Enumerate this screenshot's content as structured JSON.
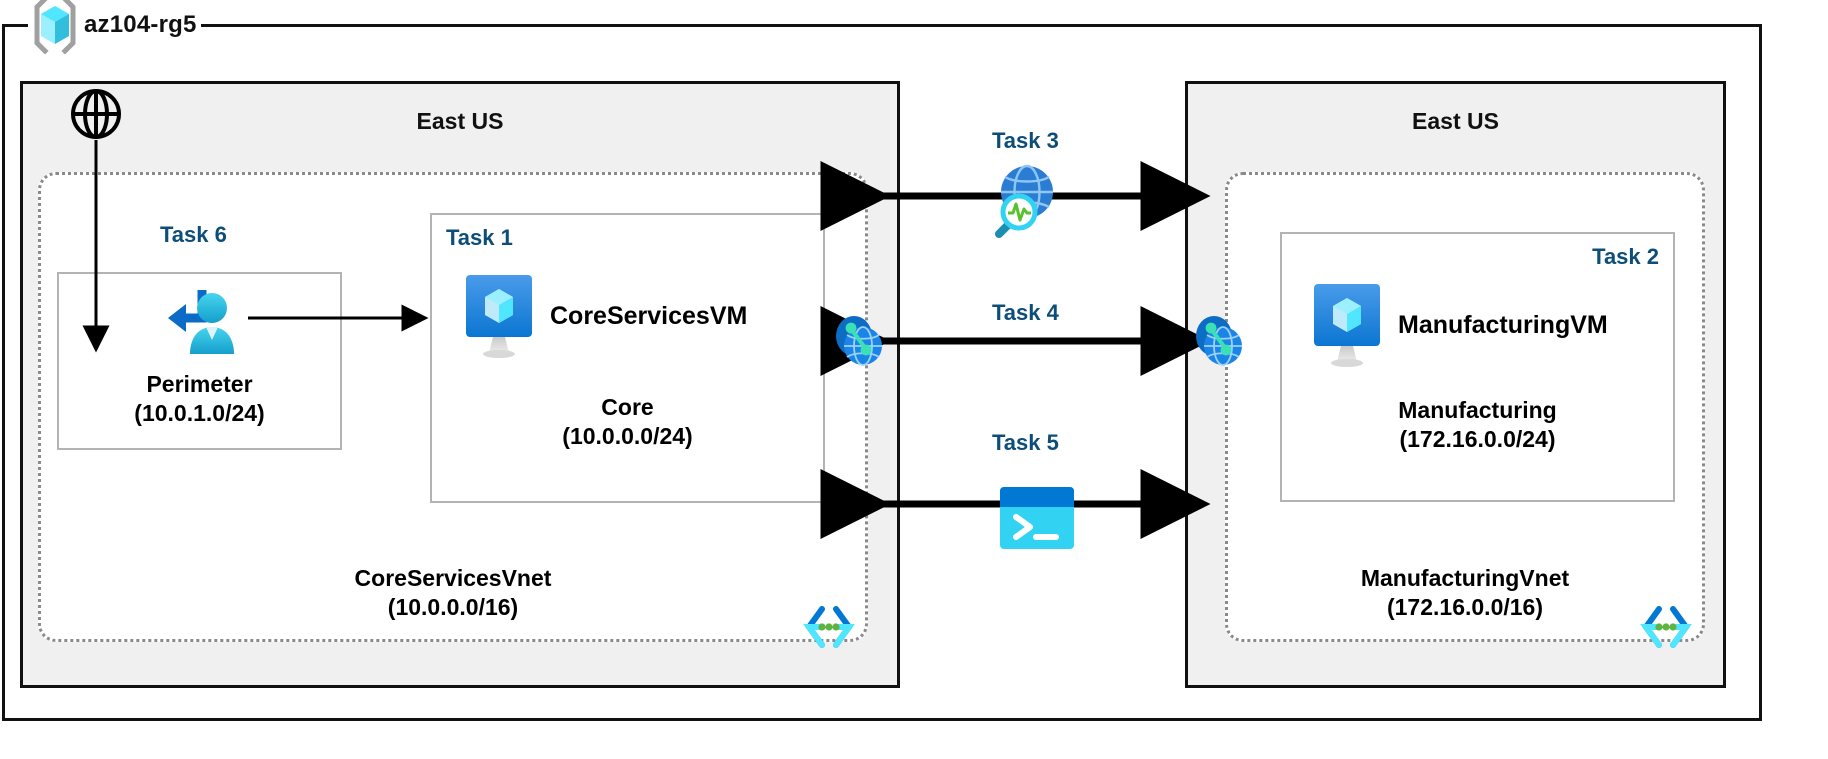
{
  "diagram": {
    "resource_group": {
      "name": "az104-rg5",
      "icon": "resource-group-cube-icon"
    },
    "regions": [
      {
        "id": "left",
        "title": "East US"
      },
      {
        "id": "right",
        "title": "East US"
      }
    ],
    "internet": {
      "icon": "internet-globe-icon"
    },
    "vnets": [
      {
        "id": "core-services",
        "name": "CoreServicesVnet",
        "cidr": "(10.0.0.0/16)",
        "glyph": "vnet-subnet-icon"
      },
      {
        "id": "manufacturing",
        "name": "ManufacturingVnet",
        "cidr": "(172.16.0.0/16)",
        "glyph": "vnet-subnet-icon"
      }
    ],
    "subnets": [
      {
        "id": "perimeter",
        "task": "Task 6",
        "name": "Perimeter",
        "cidr": "(10.0.1.0/24)",
        "icon": "user-inbound-icon"
      },
      {
        "id": "core",
        "task": "Task 1",
        "name": "Core",
        "cidr": "(10.0.0.0/24)",
        "vm": "CoreServicesVM",
        "vm_icon": "virtual-machine-icon"
      },
      {
        "id": "manufacturing",
        "task": "Task 2",
        "name": "Manufacturing",
        "cidr": "(172.16.0.0/24)",
        "vm": "ManufacturingVM",
        "vm_icon": "virtual-machine-icon"
      }
    ],
    "connections": [
      {
        "id": "task3",
        "label": "Task 3",
        "icon": "network-watcher-icon"
      },
      {
        "id": "task4",
        "label": "Task 4",
        "icon": "vnet-peering-icon"
      },
      {
        "id": "task5",
        "label": "Task 5",
        "icon": "cloud-shell-icon"
      }
    ],
    "peering_endpoints": [
      {
        "id": "peering-left",
        "icon": "vnet-peering-icon"
      },
      {
        "id": "peering-right",
        "icon": "vnet-peering-icon"
      }
    ],
    "colors": {
      "task_label": "#0D4E79",
      "region_fill": "#F0F0F0",
      "frame": "#111111",
      "vnet_border": "#8A8A8A",
      "subnet_border": "#B3B3B3",
      "azure_blue": "#0078D4",
      "cyan": "#32BEDD",
      "green_dot": "#5EB341"
    }
  }
}
